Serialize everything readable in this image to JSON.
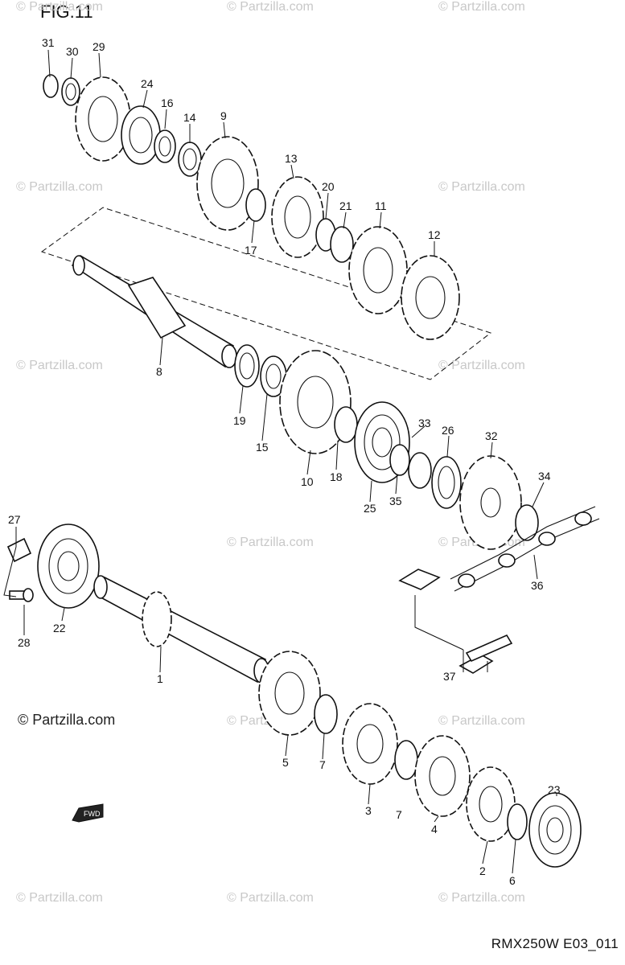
{
  "figure": {
    "title": "FIG.11",
    "code": "RMX250W E03_011",
    "copyright": "© Partzilla.com"
  },
  "watermark": "© Partzilla.com",
  "callouts": [
    "31",
    "30",
    "29",
    "24",
    "16",
    "14",
    "9",
    "13",
    "20",
    "21",
    "11",
    "12",
    "17",
    "8",
    "19",
    "15",
    "10",
    "18",
    "25",
    "33",
    "35",
    "26",
    "32",
    "34",
    "36",
    "37",
    "27",
    "22",
    "28",
    "1",
    "5",
    "7",
    "3",
    "4",
    "23",
    "2",
    "6"
  ],
  "fwd_marker": "FWD"
}
